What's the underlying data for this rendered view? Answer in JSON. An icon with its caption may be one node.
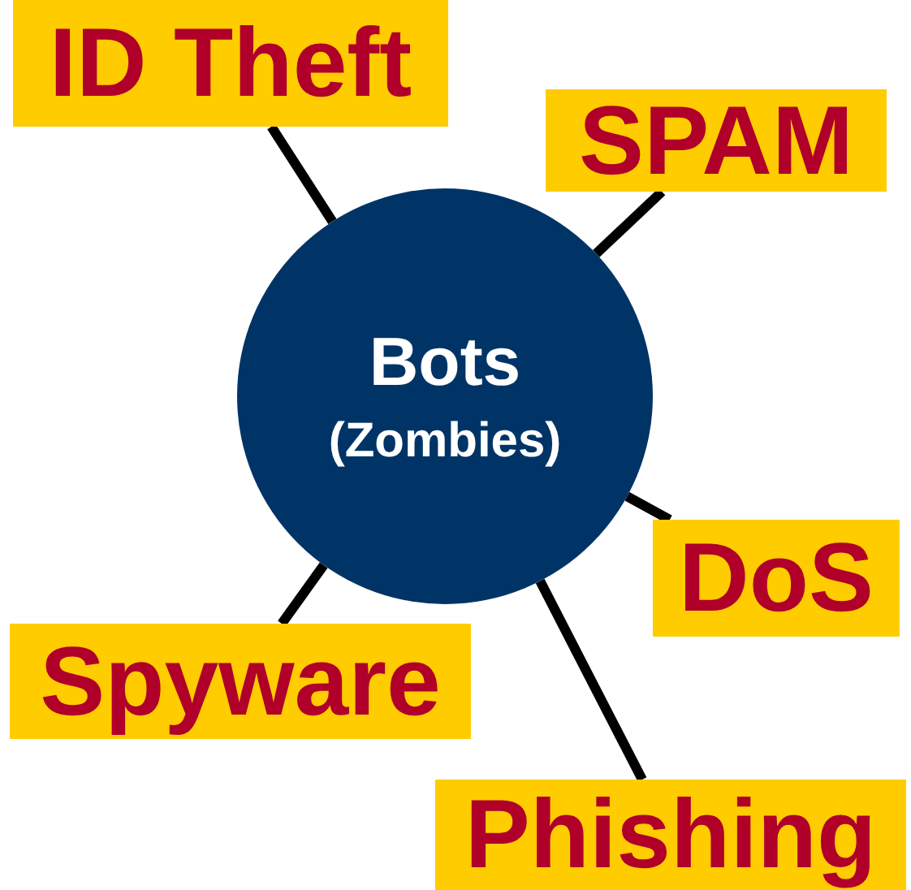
{
  "diagram": {
    "nodes": [
      {
        "text": [
          "ID Theft"
        ]
      },
      {
        "text": [
          "SPAM"
        ]
      },
      {
        "text": [
          "Bots",
          "(Zombies)"
        ]
      },
      {
        "text": [
          "DoS"
        ]
      },
      {
        "text": [
          "Spyware"
        ]
      },
      {
        "text": [
          "Phishing"
        ]
      }
    ],
    "edges": [
      {
        "from": 2,
        "to": 0,
        "arrow": "none"
      },
      {
        "from": 2,
        "to": 1,
        "arrow": "none"
      },
      {
        "from": 2,
        "to": 3,
        "arrow": "none"
      },
      {
        "from": 2,
        "to": 4,
        "arrow": "none"
      },
      {
        "from": 2,
        "to": 5,
        "arrow": "none"
      }
    ]
  }
}
